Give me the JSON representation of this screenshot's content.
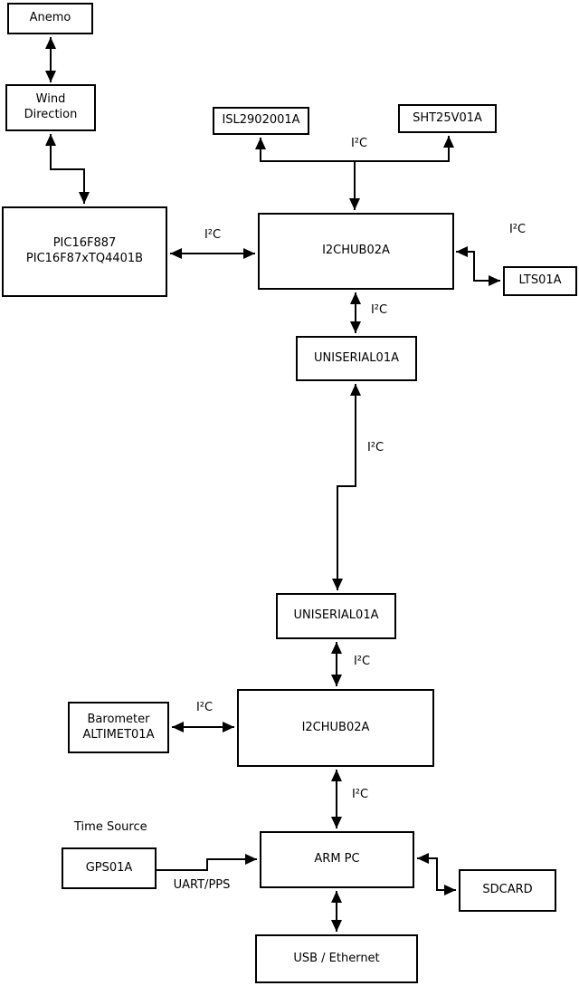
{
  "page": {
    "type": "block-diagram",
    "background": "#ffffff",
    "stroke_color": "#000000",
    "box_fill": "#ffffff",
    "text_color": "#000000"
  },
  "nodes": {
    "anemo": {
      "label": "Anemo"
    },
    "wind_direction": {
      "line1": "Wind",
      "line2": "Direction"
    },
    "pic": {
      "line1": "PIC16F887",
      "line2": "PIC16F87xTQ4401B"
    },
    "isl": {
      "label": "ISL2902001A"
    },
    "sht": {
      "label": "SHT25V01A"
    },
    "i2chub_top": {
      "label": "I2CHUB02A"
    },
    "lts": {
      "label": "LTS01A"
    },
    "uniserial_upper": {
      "label": "UNISERIAL01A"
    },
    "uniserial_lower": {
      "label": "UNISERIAL01A"
    },
    "i2chub_bottom": {
      "label": "I2CHUB02A"
    },
    "barometer": {
      "line1": "Barometer",
      "line2": "ALTIMET01A"
    },
    "arm_pc": {
      "label": "ARM PC"
    },
    "gps": {
      "label": "GPS01A"
    },
    "sdcard": {
      "label": "SDCARD"
    },
    "usb_ethernet": {
      "label": "USB / Ethernet"
    }
  },
  "annotations": {
    "time_source": "Time Source"
  },
  "edges": [
    {
      "from": "Anemo",
      "to": "Wind Direction",
      "direction": "bidirectional",
      "label": ""
    },
    {
      "from": "Wind Direction",
      "to": "PIC16F887 PIC16F87xTQ4401B",
      "direction": "bidirectional",
      "label": ""
    },
    {
      "from": "PIC16F887 PIC16F87xTQ4401B",
      "to": "I2CHUB02A (top)",
      "direction": "bidirectional",
      "label": "I²C"
    },
    {
      "from": "I2CHUB02A (top)",
      "to": "ISL2902001A / SHT25V01A",
      "direction": "bidirectional",
      "label": "I²C"
    },
    {
      "from": "I2CHUB02A (top)",
      "to": "LTS01A",
      "direction": "bidirectional",
      "label": "I²C"
    },
    {
      "from": "I2CHUB02A (top)",
      "to": "UNISERIAL01A (upper)",
      "direction": "bidirectional",
      "label": "I²C"
    },
    {
      "from": "UNISERIAL01A (upper)",
      "to": "UNISERIAL01A (lower)",
      "direction": "bidirectional",
      "label": "I²C"
    },
    {
      "from": "UNISERIAL01A (lower)",
      "to": "I2CHUB02A (bottom)",
      "direction": "bidirectional",
      "label": "I²C"
    },
    {
      "from": "Barometer ALTIMET01A",
      "to": "I2CHUB02A (bottom)",
      "direction": "bidirectional",
      "label": "I²C"
    },
    {
      "from": "I2CHUB02A (bottom)",
      "to": "ARM PC",
      "direction": "bidirectional",
      "label": "I²C"
    },
    {
      "from": "GPS01A",
      "to": "ARM PC",
      "direction": "one-way",
      "label": "UART/PPS"
    },
    {
      "from": "ARM PC",
      "to": "SDCARD",
      "direction": "bidirectional",
      "label": ""
    },
    {
      "from": "ARM PC",
      "to": "USB / Ethernet",
      "direction": "bidirectional",
      "label": ""
    }
  ]
}
